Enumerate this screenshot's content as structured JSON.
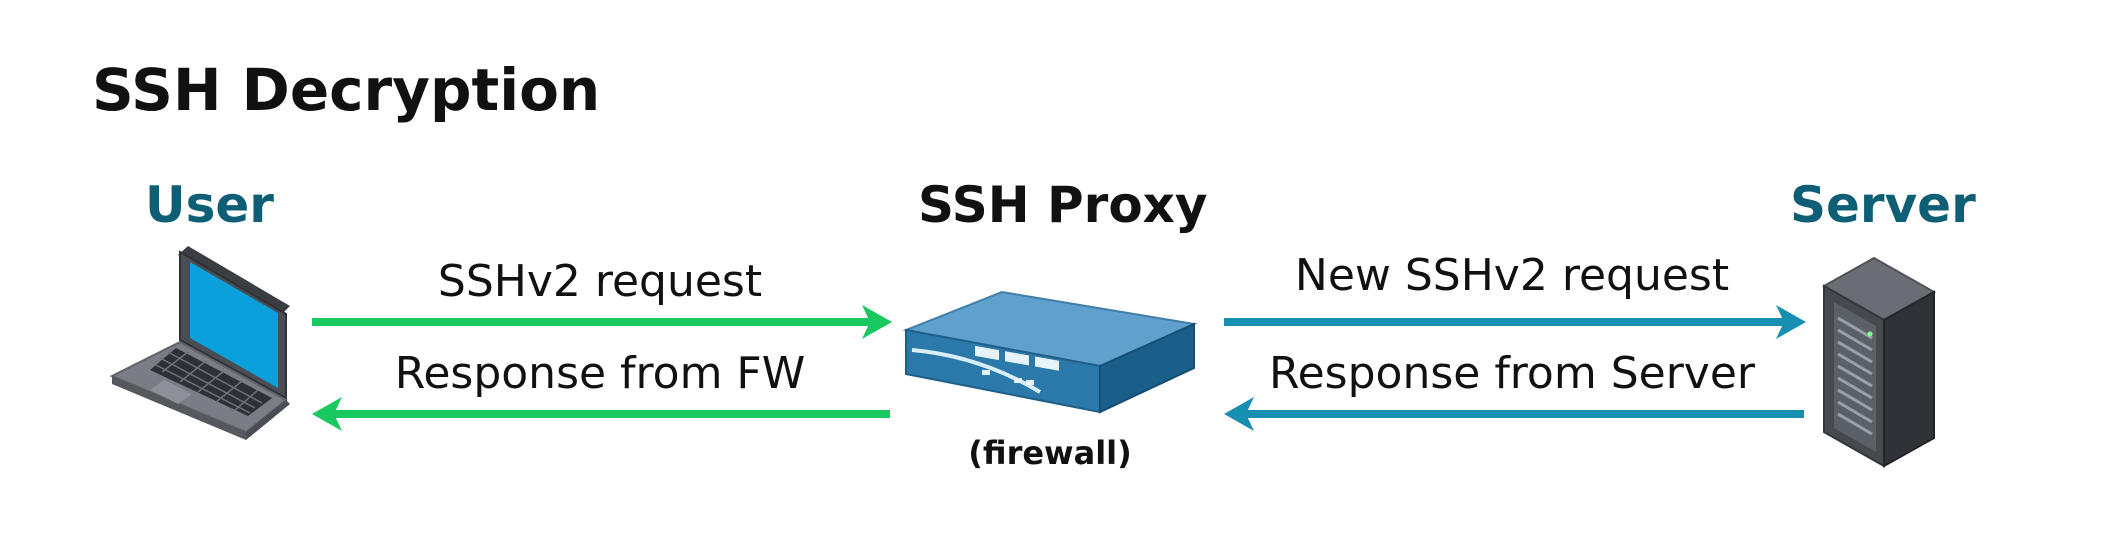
{
  "title": "SSH Decryption",
  "nodes": {
    "user": {
      "label": "User",
      "color": "#0e5f75"
    },
    "proxy": {
      "label": "SSH Proxy",
      "sublabel": "(firewall)"
    },
    "server": {
      "label": "Server",
      "color": "#0e5f75"
    }
  },
  "arrows": {
    "request": {
      "label": "SSHv2 request",
      "color": "#19c85f"
    },
    "fw_response": {
      "label": "Response from FW",
      "color": "#19c85f"
    },
    "new_request": {
      "label": "New SSHv2 request",
      "color": "#168fb0"
    },
    "server_response": {
      "label": "Response from Server",
      "color": "#168fb0"
    }
  },
  "icons": {
    "user": "laptop-icon",
    "proxy": "firewall-appliance-icon",
    "server": "server-rack-icon"
  }
}
